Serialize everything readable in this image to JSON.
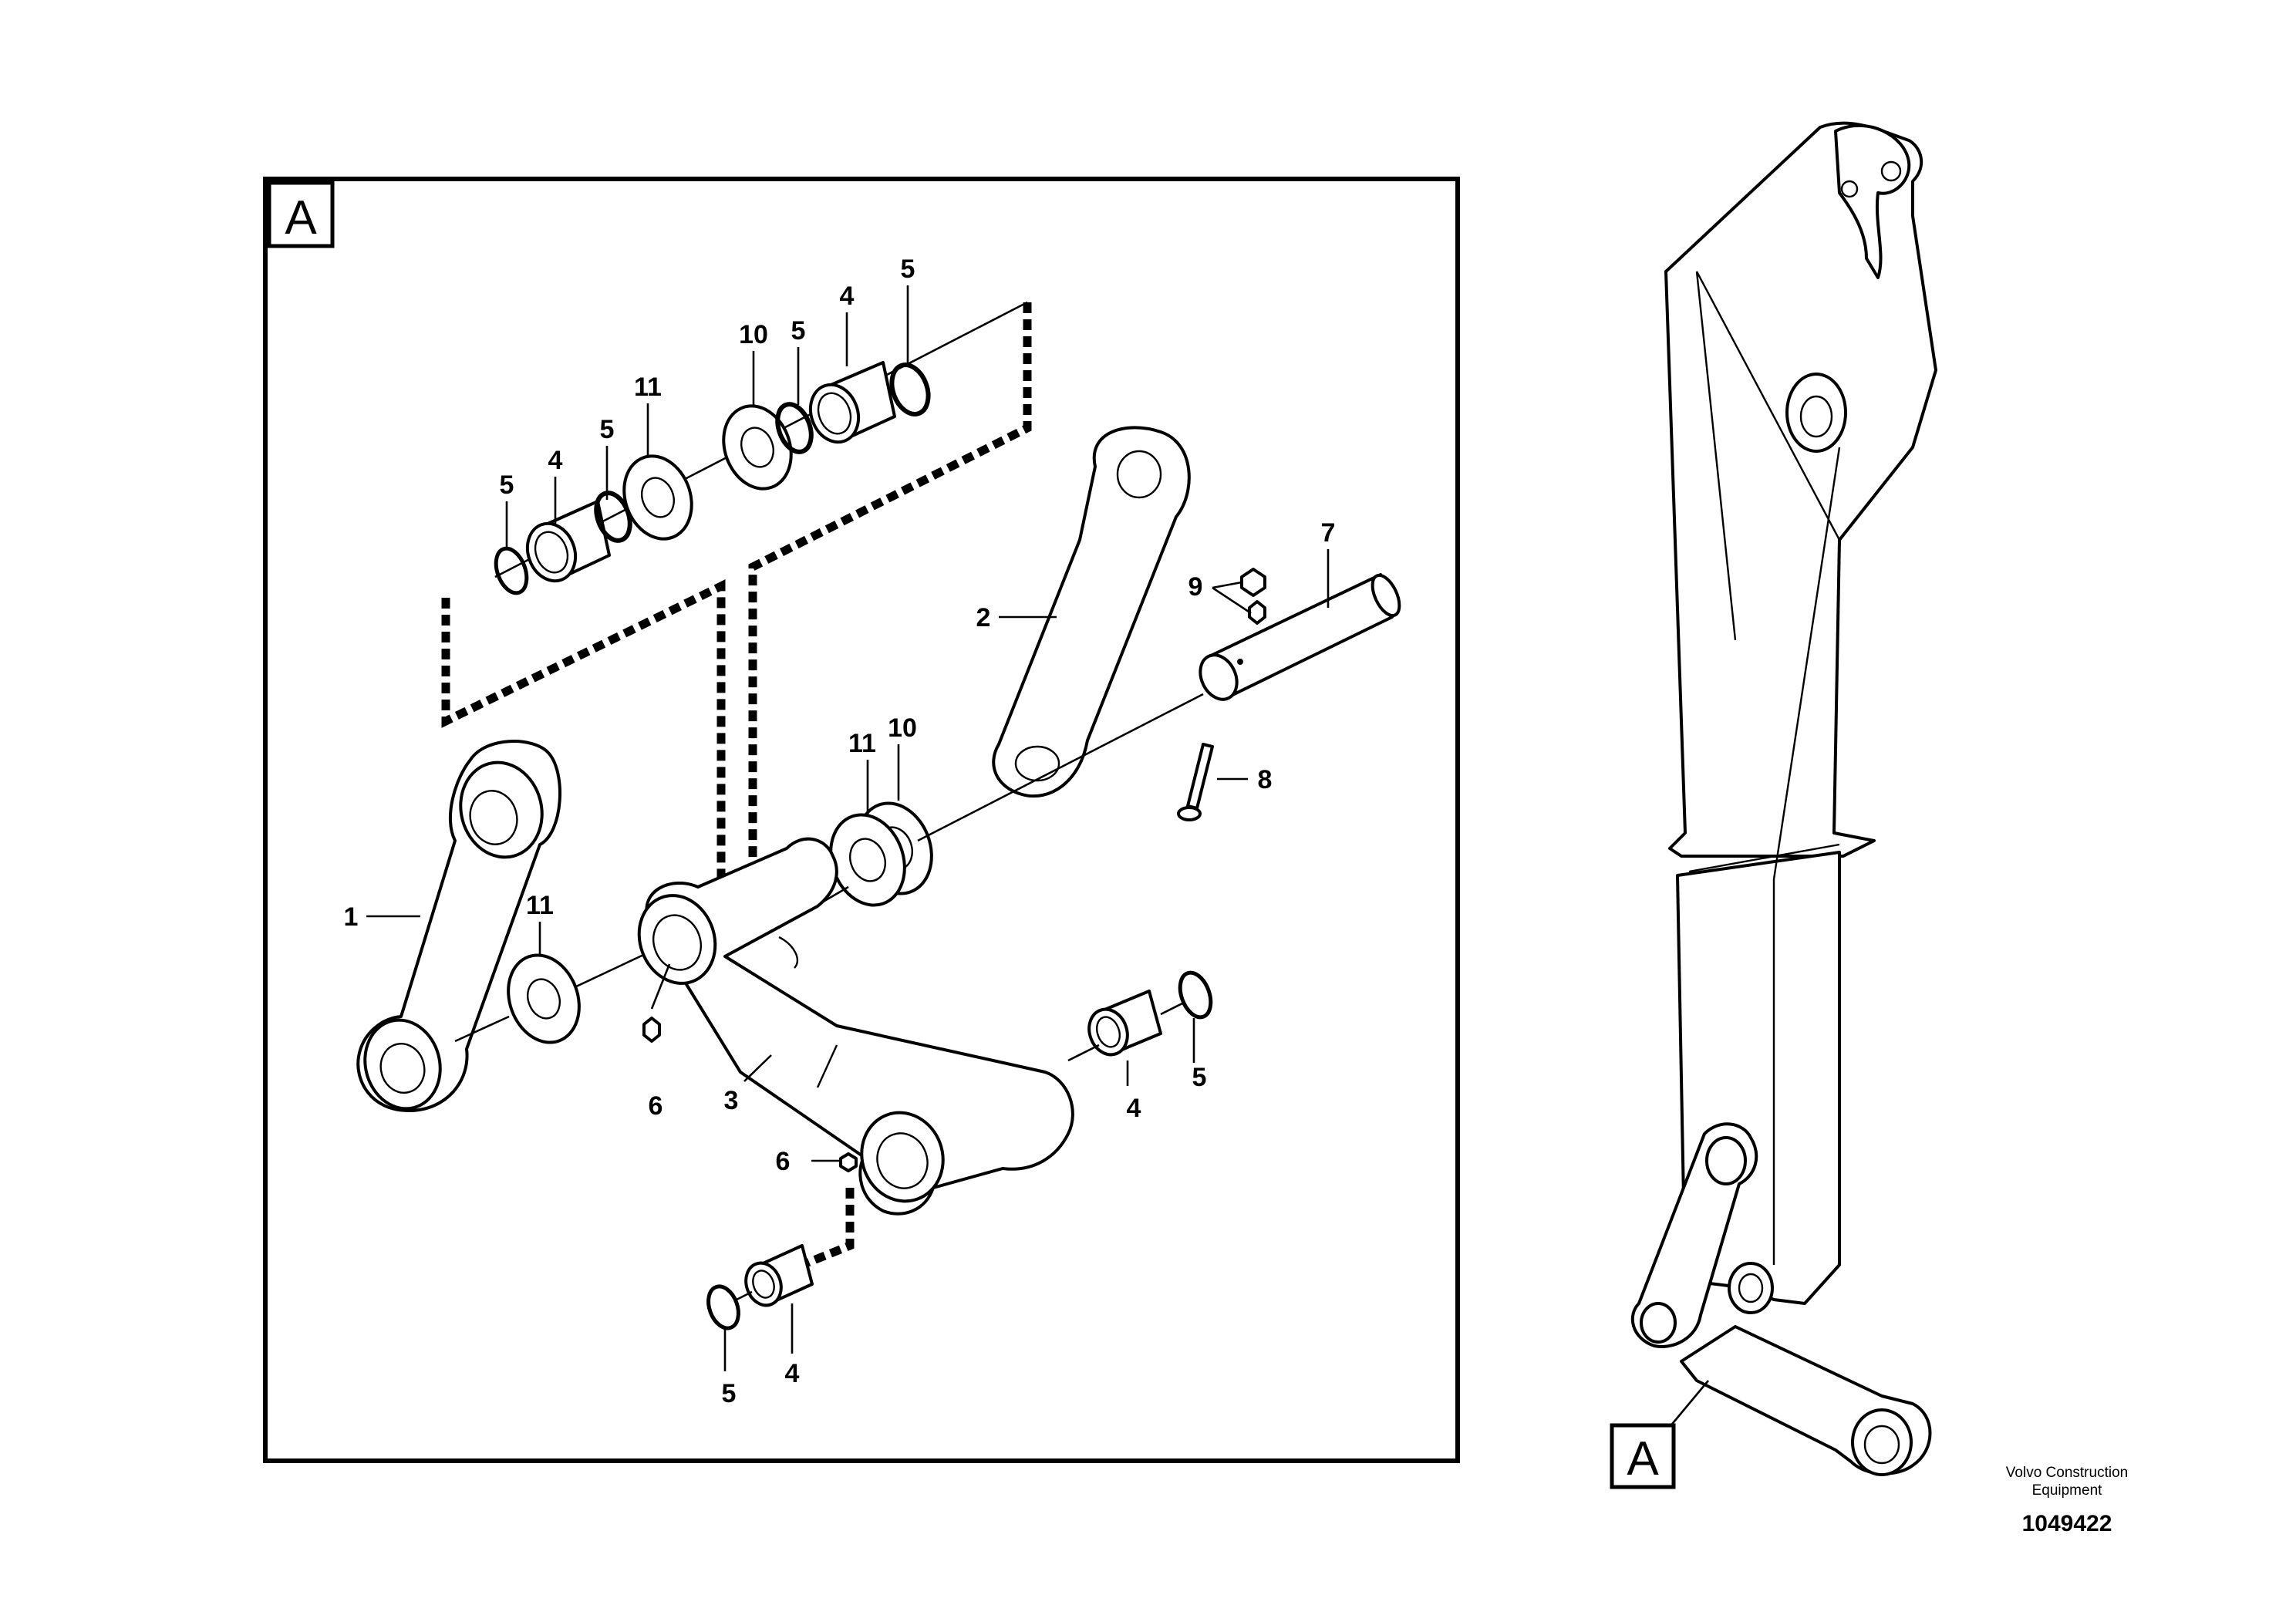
{
  "detail_view": {
    "view_letter": "A",
    "callouts": [
      {
        "id": "c5a",
        "text": "5"
      },
      {
        "id": "c4a",
        "text": "4"
      },
      {
        "id": "c5b",
        "text": "5"
      },
      {
        "id": "c11a",
        "text": "11"
      },
      {
        "id": "c10a",
        "text": "10"
      },
      {
        "id": "c5c",
        "text": "5"
      },
      {
        "id": "c4b",
        "text": "4"
      },
      {
        "id": "c5d",
        "text": "5"
      },
      {
        "id": "c2",
        "text": "2"
      },
      {
        "id": "c9",
        "text": "9"
      },
      {
        "id": "c7",
        "text": "7"
      },
      {
        "id": "c11b",
        "text": "11"
      },
      {
        "id": "c10b",
        "text": "10"
      },
      {
        "id": "c8",
        "text": "8"
      },
      {
        "id": "c1",
        "text": "1"
      },
      {
        "id": "c11c",
        "text": "11"
      },
      {
        "id": "c6a",
        "text": "6"
      },
      {
        "id": "c3",
        "text": "3"
      },
      {
        "id": "c4c",
        "text": "4"
      },
      {
        "id": "c5e",
        "text": "5"
      },
      {
        "id": "c6b",
        "text": "6"
      },
      {
        "id": "c4d",
        "text": "4"
      },
      {
        "id": "c5f",
        "text": "5"
      }
    ]
  },
  "overview": {
    "view_letter": "A"
  },
  "footer": {
    "maker_line1": "Volvo Construction",
    "maker_line2": "Equipment",
    "document_number": "1049422"
  }
}
